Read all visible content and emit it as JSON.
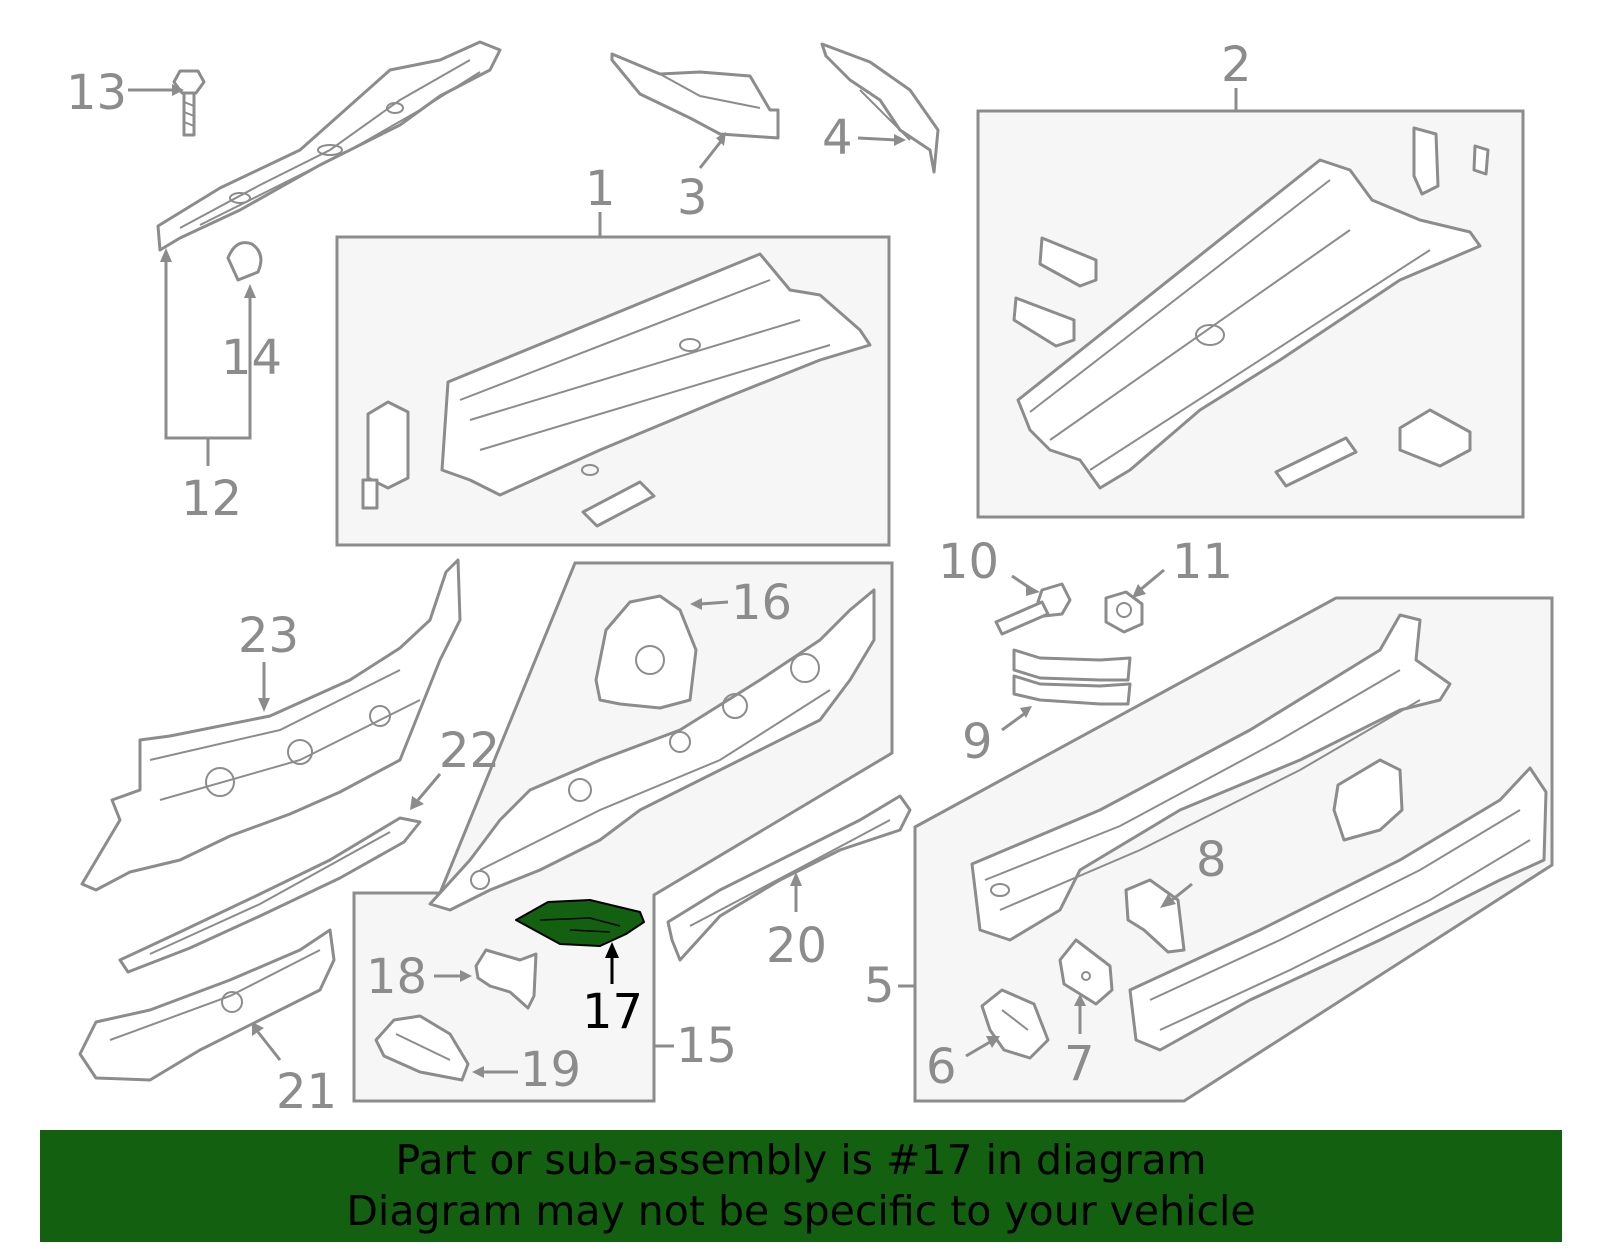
{
  "highlight_color": "#136011",
  "line_color": "#8c8c8c",
  "highlighted_part": "17",
  "callouts": {
    "c1": "1",
    "c2": "2",
    "c3": "3",
    "c4": "4",
    "c5": "5",
    "c6": "6",
    "c7": "7",
    "c8": "8",
    "c9": "9",
    "c10": "10",
    "c11": "11",
    "c12": "12",
    "c13": "13",
    "c14": "14",
    "c15": "15",
    "c16": "16",
    "c17": "17",
    "c18": "18",
    "c19": "19",
    "c20": "20",
    "c21": "21",
    "c22": "22",
    "c23": "23"
  },
  "banner": {
    "line1": "Part or sub-assembly is #17 in diagram",
    "line2": "Diagram may not be specific to your vehicle"
  }
}
